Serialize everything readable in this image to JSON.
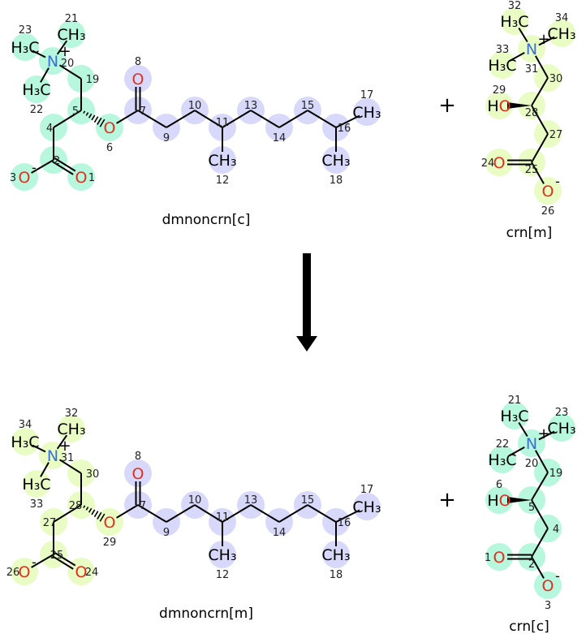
{
  "reaction": {
    "plus_sign": "+",
    "arrow": "reaction-arrow"
  },
  "colors": {
    "group_green": "#b6f7de",
    "group_yellow": "#e8fcc4",
    "group_lavender": "#d8d8fa",
    "oxygen": "#e0301e",
    "nitrogen": "#3a6fd6",
    "bond": "#000000"
  },
  "molecules": {
    "dmnoncrn_c": {
      "name": "dmnoncrn[c]",
      "atom_numbers": [
        "23",
        "21",
        "20",
        "22",
        "19",
        "5",
        "4",
        "2",
        "3",
        "1",
        "6",
        "7",
        "8",
        "9",
        "10",
        "11",
        "12",
        "13",
        "14",
        "15",
        "16",
        "17",
        "18"
      ],
      "atom_labels": [
        "H₃C",
        "CH₃",
        "N",
        "H₃C",
        "",
        "",
        "",
        "",
        "O",
        "O",
        "O",
        "",
        "O",
        "",
        "",
        "",
        "CH₃",
        "",
        "",
        "",
        "",
        "CH₃",
        "CH₃"
      ],
      "atom_charges": [
        "",
        "",
        "+",
        "",
        "",
        "",
        "",
        "",
        "-",
        "",
        "",
        "",
        "",
        "",
        "",
        "",
        "",
        "",
        "",
        "",
        "",
        "",
        ""
      ]
    },
    "crn_m": {
      "name": "crn[m]",
      "atom_numbers": [
        "32",
        "34",
        "31",
        "33",
        "30",
        "28",
        "29",
        "27",
        "25",
        "24",
        "26"
      ],
      "atom_labels": [
        "H₃C",
        "CH₃",
        "N",
        "H₃C",
        "",
        "",
        "HO",
        "",
        "",
        "O",
        "O"
      ],
      "atom_charges": [
        "",
        "",
        "+",
        "",
        "",
        "",
        "",
        "",
        "",
        "",
        "-"
      ]
    },
    "dmnoncrn_m": {
      "name": "dmnoncrn[m]",
      "atom_numbers": [
        "34",
        "32",
        "31",
        "33",
        "30",
        "28",
        "27",
        "25",
        "26",
        "24",
        "29",
        "7",
        "8",
        "9",
        "10",
        "11",
        "12",
        "13",
        "14",
        "15",
        "16",
        "17",
        "18"
      ],
      "atom_labels": [
        "H₃C",
        "CH₃",
        "N",
        "H₃C",
        "",
        "",
        "",
        "",
        "O",
        "O",
        "O",
        "",
        "O",
        "",
        "",
        "",
        "CH₃",
        "",
        "",
        "",
        "",
        "CH₃",
        "CH₃"
      ],
      "atom_charges": [
        "",
        "",
        "+",
        "",
        "",
        "",
        "",
        "",
        "-",
        "",
        "",
        "",
        "",
        "",
        "",
        "",
        "",
        "",
        "",
        "",
        "",
        "",
        ""
      ]
    },
    "crn_c": {
      "name": "crn[c]",
      "atom_numbers": [
        "21",
        "23",
        "20",
        "22",
        "19",
        "5",
        "6",
        "4",
        "2",
        "1",
        "3"
      ],
      "atom_labels": [
        "H₃C",
        "CH₃",
        "N",
        "H₃C",
        "",
        "",
        "HO",
        "",
        "",
        "O",
        "O"
      ],
      "atom_charges": [
        "",
        "",
        "+",
        "",
        "",
        "",
        "",
        "",
        "",
        "",
        "-"
      ]
    }
  }
}
